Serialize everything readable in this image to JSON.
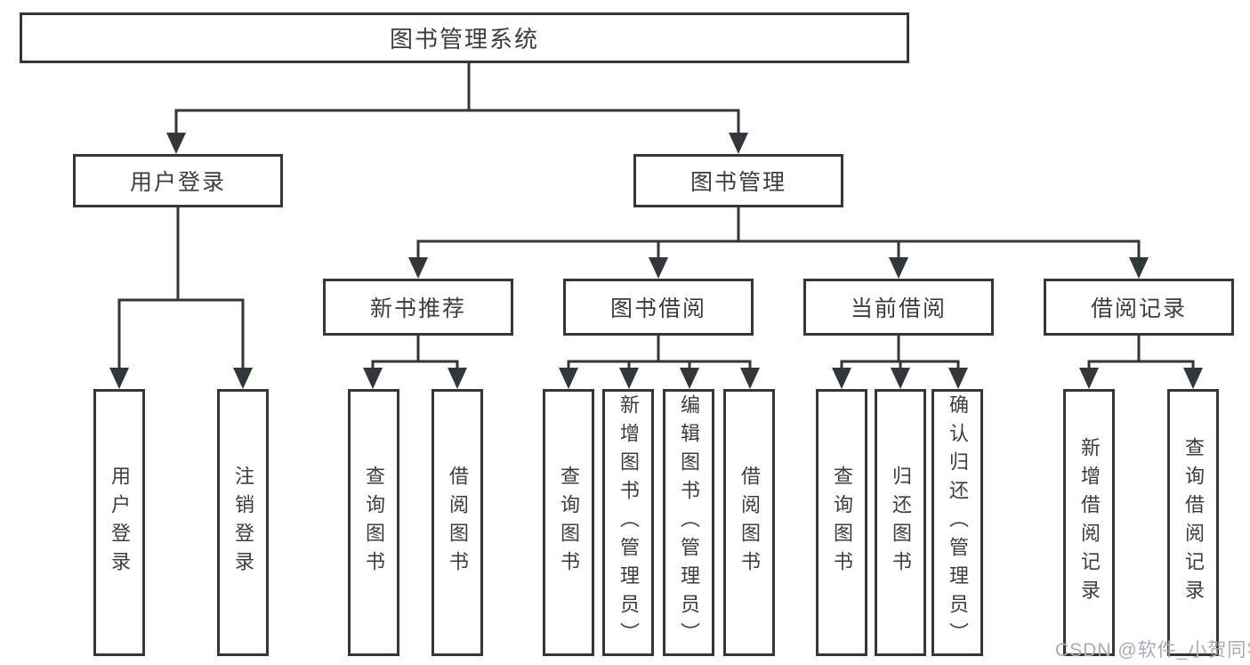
{
  "diagram": {
    "type": "feature-tree",
    "line_color": "#33363b",
    "box_border_color": "#33363b",
    "text_color": "#3a3d42",
    "background_color": "#ffffff"
  },
  "tree": {
    "root": "图书管理系统",
    "branches": [
      {
        "label": "用户登录",
        "children": [
          "用户登录",
          "注销登录"
        ]
      },
      {
        "label": "图书管理",
        "groups": [
          {
            "label": "新书推荐",
            "children": [
              "查询图书",
              "借阅图书"
            ]
          },
          {
            "label": "图书借阅",
            "children": [
              "查询图书",
              "新增图书（管理员）",
              "编辑图书（管理员）",
              "借阅图书"
            ]
          },
          {
            "label": "当前借阅",
            "children": [
              "查询图书",
              "归还图书",
              "确认归还（管理员）"
            ]
          },
          {
            "label": "借阅记录",
            "children": [
              "新增借阅记录",
              "查询借阅记录"
            ]
          }
        ]
      }
    ]
  },
  "watermark": {
    "text": "CSDN @软件_小贺同学",
    "color": "#a9acb3"
  }
}
